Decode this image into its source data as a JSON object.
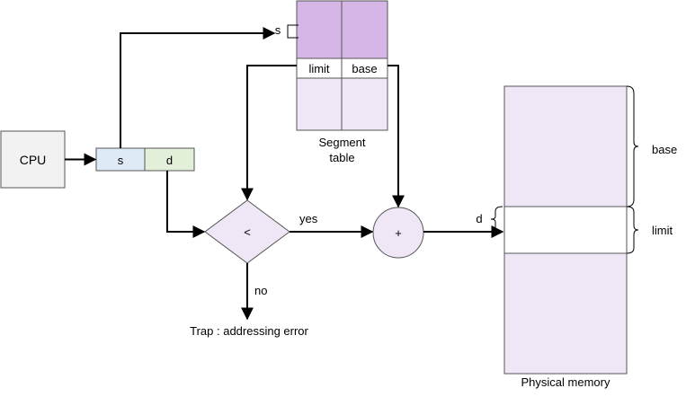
{
  "cpu": {
    "label": "CPU"
  },
  "address": {
    "segment_label": "s",
    "offset_label": "d"
  },
  "segment_table": {
    "pointer_label": "s",
    "col_limit": "limit",
    "col_base": "base",
    "caption_line1": "Segment",
    "caption_line2": "table"
  },
  "comparator": {
    "symbol": "<",
    "yes_label": "yes",
    "no_label": "no"
  },
  "adder": {
    "symbol": "+"
  },
  "trap": {
    "label": "Trap : addressing error"
  },
  "memory": {
    "base_label": "base",
    "limit_label": "limit",
    "offset_label": "d",
    "caption": "Physical memory"
  },
  "colors": {
    "cpu_fill": "#f2f2f2",
    "s_cell_fill": "#deeaf6",
    "d_cell_fill": "#e2efd9",
    "table_highlight": "#d5b6e6",
    "light_purple": "#efe7f6",
    "border": "#555555",
    "arrow": "#000000"
  }
}
